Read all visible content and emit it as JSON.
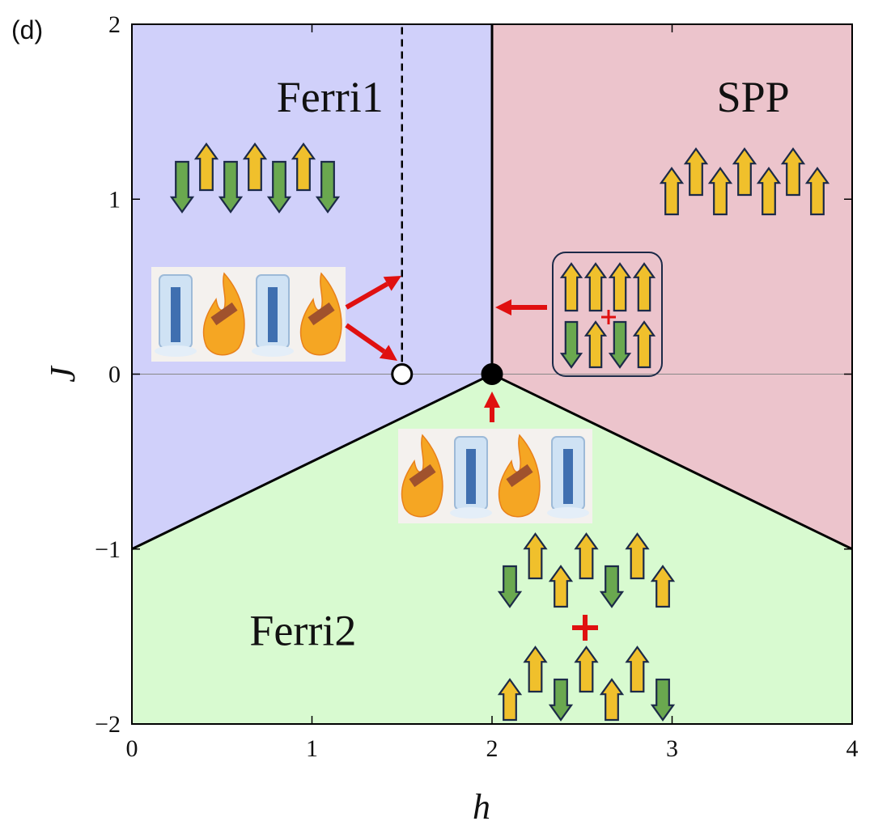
{
  "chart_data": {
    "type": "phase-diagram",
    "panel_label": "(d)",
    "xlabel": "h",
    "ylabel": "J",
    "xlim": [
      0,
      4
    ],
    "ylim": [
      -2,
      2
    ],
    "xticks": [
      0,
      1,
      2,
      3,
      4
    ],
    "yticks": [
      2,
      1,
      0,
      -1,
      -2
    ],
    "ytick_labels": [
      "2",
      "1",
      "0",
      "−1",
      "−2"
    ],
    "regions": [
      {
        "name": "Ferri1",
        "color": "#d0d0fa",
        "polygon": [
          [
            0,
            2
          ],
          [
            2,
            2
          ],
          [
            2,
            0
          ],
          [
            0,
            -1
          ]
        ],
        "label_at": [
          1.1,
          1.5
        ],
        "spins": [
          "down",
          "up",
          "down",
          "up",
          "down",
          "up",
          "down"
        ]
      },
      {
        "name": "SPP",
        "color": "#ecc4cc",
        "polygon": [
          [
            2,
            2
          ],
          [
            4,
            2
          ],
          [
            4,
            -1
          ],
          [
            2,
            0
          ]
        ],
        "label_at": [
          3.45,
          1.5
        ],
        "spins": [
          "up",
          "up",
          "up",
          "up",
          "up",
          "up",
          "up"
        ]
      },
      {
        "name": "Ferri2",
        "color": "#d8fad0",
        "polygon": [
          [
            0,
            -1
          ],
          [
            2,
            0
          ],
          [
            4,
            -1
          ],
          [
            4,
            -2
          ],
          [
            0,
            -2
          ]
        ],
        "label_at": [
          0.95,
          -1.55
        ],
        "spins_a": [
          "down",
          "up",
          "up",
          "up",
          "down",
          "up",
          "up"
        ],
        "spins_b": [
          "up",
          "up",
          "down",
          "up",
          "up",
          "up",
          "down"
        ]
      }
    ],
    "boundaries": [
      {
        "style": "solid",
        "points": [
          [
            0,
            -1
          ],
          [
            2,
            0
          ],
          [
            4,
            -1
          ]
        ]
      },
      {
        "style": "solid",
        "points": [
          [
            2,
            0
          ],
          [
            2,
            2
          ]
        ]
      },
      {
        "style": "dashed",
        "points": [
          [
            1.5,
            0
          ],
          [
            1.5,
            2
          ]
        ]
      },
      {
        "style": "thin",
        "points": [
          [
            0,
            0
          ],
          [
            4,
            0
          ]
        ]
      }
    ],
    "points": [
      {
        "x": 1.5,
        "y": 0,
        "fill": "open"
      },
      {
        "x": 2,
        "y": 0,
        "fill": "filled"
      }
    ],
    "coexistence_box": {
      "row_a": [
        "up",
        "up",
        "up",
        "up"
      ],
      "row_b": [
        "down",
        "up",
        "down",
        "up"
      ]
    },
    "plus_sign": "+",
    "images": [
      {
        "sequence": [
          "ice",
          "fire",
          "ice",
          "fire"
        ]
      },
      {
        "sequence": [
          "fire",
          "ice",
          "fire",
          "ice"
        ]
      }
    ],
    "colors": {
      "spin_up": "#f0c02c",
      "spin_down": "#6aa84f",
      "spin_outline": "#1c2a48",
      "pointer": "#e01010"
    }
  }
}
